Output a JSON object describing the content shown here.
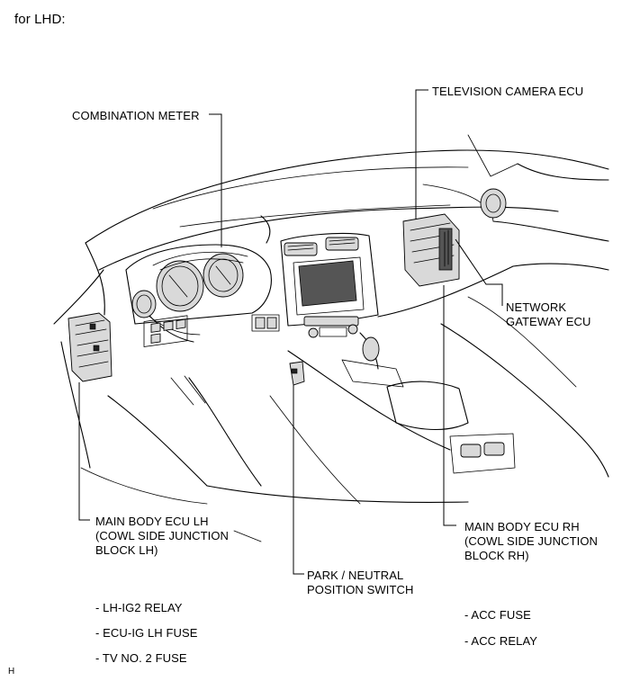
{
  "header": {
    "text": "for LHD:"
  },
  "labels": {
    "combination_meter": "COMBINATION METER",
    "television_camera_ecu": "TELEVISION CAMERA ECU",
    "network_gateway_ecu": [
      "NETWORK",
      "GATEWAY ECU"
    ],
    "main_body_ecu_lh": [
      "MAIN BODY ECU LH",
      "(COWL SIDE JUNCTION",
      "BLOCK LH)"
    ],
    "main_body_ecu_rh": [
      "MAIN BODY ECU RH",
      "(COWL SIDE JUNCTION",
      "BLOCK RH)"
    ],
    "park_neutral_switch": [
      "PARK / NEUTRAL",
      "POSITION SWITCH"
    ]
  },
  "list_left": [
    "- LH-IG2 RELAY",
    "- ECU-IG LH FUSE",
    "- TV NO. 2 FUSE"
  ],
  "list_right": [
    "- ACC FUSE",
    "- ACC RELAY"
  ],
  "footer_code": "H"
}
